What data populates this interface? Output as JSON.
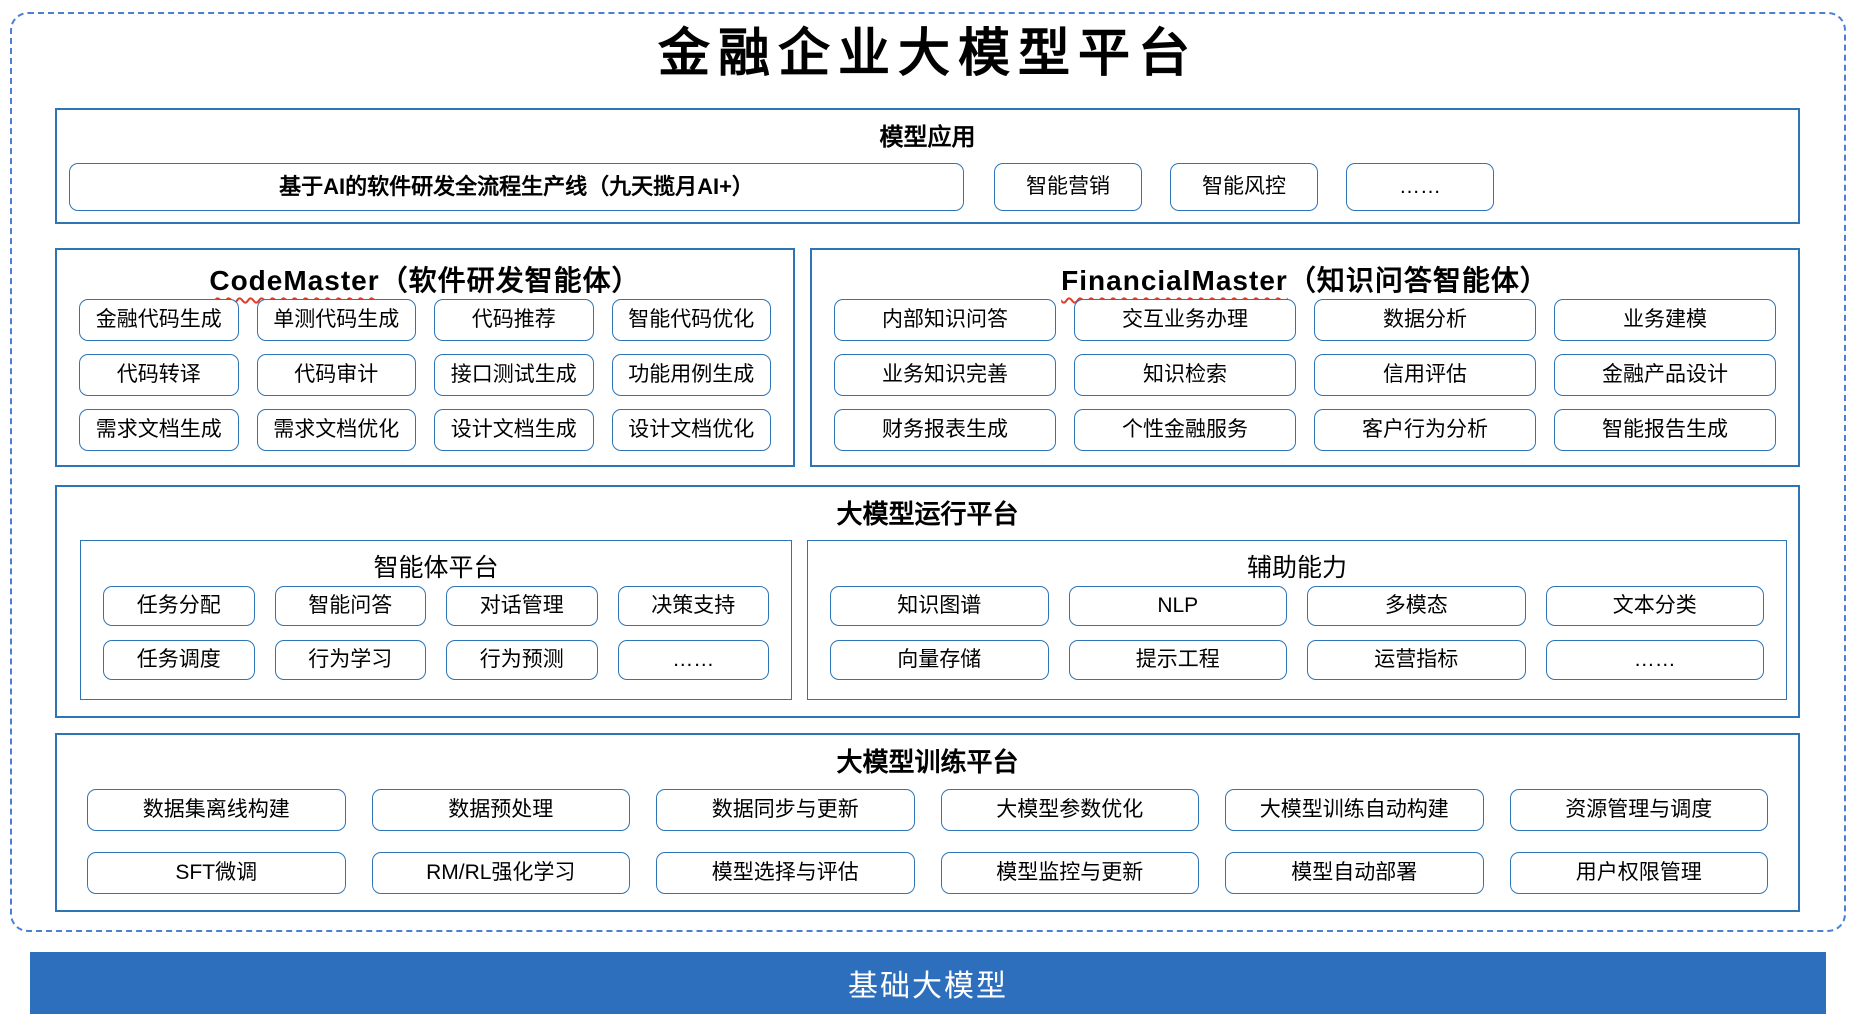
{
  "title": "金融企业大模型平台",
  "colors": {
    "border_blue": "#2e75b6",
    "dashed_blue": "#4a7fd4",
    "base_bar_blue": "#2d6fbd",
    "wavy_red": "#e03e2d"
  },
  "sections": {
    "model_app": {
      "header": "模型应用",
      "main_item": "基于AI的软件研发全流程生产线（九天揽月AI+）",
      "items": [
        "智能营销",
        "智能风控",
        "……"
      ]
    },
    "code_master": {
      "title_en": "CodeMaster",
      "title_zh": "（软件研发智能体）",
      "items": [
        "金融代码生成",
        "单测代码生成",
        "代码推荐",
        "智能代码优化",
        "代码转译",
        "代码审计",
        "接口测试生成",
        "功能用例生成",
        "需求文档生成",
        "需求文档优化",
        "设计文档生成",
        "设计文档优化"
      ]
    },
    "financial_master": {
      "title_en": "FinancialMaster",
      "title_zh": "（知识问答智能体）",
      "items": [
        "内部知识问答",
        "交互业务办理",
        "数据分析",
        "业务建模",
        "业务知识完善",
        "知识检索",
        "信用评估",
        "金融产品设计",
        "财务报表生成",
        "个性金融服务",
        "客户行为分析",
        "智能报告生成"
      ]
    },
    "runtime": {
      "header": "大模型运行平台",
      "agent_platform": {
        "title": "智能体平台",
        "items": [
          "任务分配",
          "智能问答",
          "对话管理",
          "决策支持",
          "任务调度",
          "行为学习",
          "行为预测",
          "……"
        ]
      },
      "aux": {
        "title": "辅助能力",
        "items": [
          "知识图谱",
          "NLP",
          "多模态",
          "文本分类",
          "向量存储",
          "提示工程",
          "运营指标",
          "……"
        ]
      }
    },
    "training": {
      "header": "大模型训练平台",
      "items": [
        "数据集离线构建",
        "数据预处理",
        "数据同步与更新",
        "大模型参数优化",
        "大模型训练自动构建",
        "资源管理与调度",
        "SFT微调",
        "RM/RL强化学习",
        "模型选择与评估",
        "模型监控与更新",
        "模型自动部署",
        "用户权限管理"
      ]
    },
    "base_model": {
      "label": "基础大模型"
    }
  }
}
